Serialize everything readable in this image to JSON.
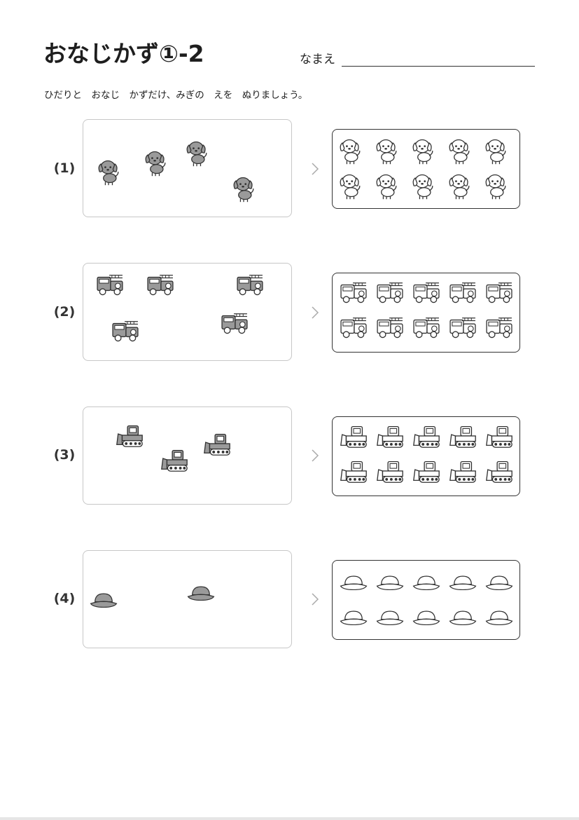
{
  "title": "おなじかず①-2",
  "name_label": "なまえ",
  "instruction": "ひだりと　おなじ　かずだけ、みぎの　えを　ぬりましょう。",
  "questions": [
    {
      "label": "(1)",
      "item": "dog-icon",
      "left_count": 4,
      "right_count": 10
    },
    {
      "label": "(2)",
      "item": "fire-truck-icon",
      "left_count": 5,
      "right_count": 10
    },
    {
      "label": "(3)",
      "item": "bulldozer-icon",
      "left_count": 3,
      "right_count": 10
    },
    {
      "label": "(4)",
      "item": "hat-icon",
      "left_count": 2,
      "right_count": 10
    }
  ],
  "colors": {
    "filled": "#9a9a9a",
    "outline": "#333333",
    "box_border": "#c7c7c7"
  }
}
